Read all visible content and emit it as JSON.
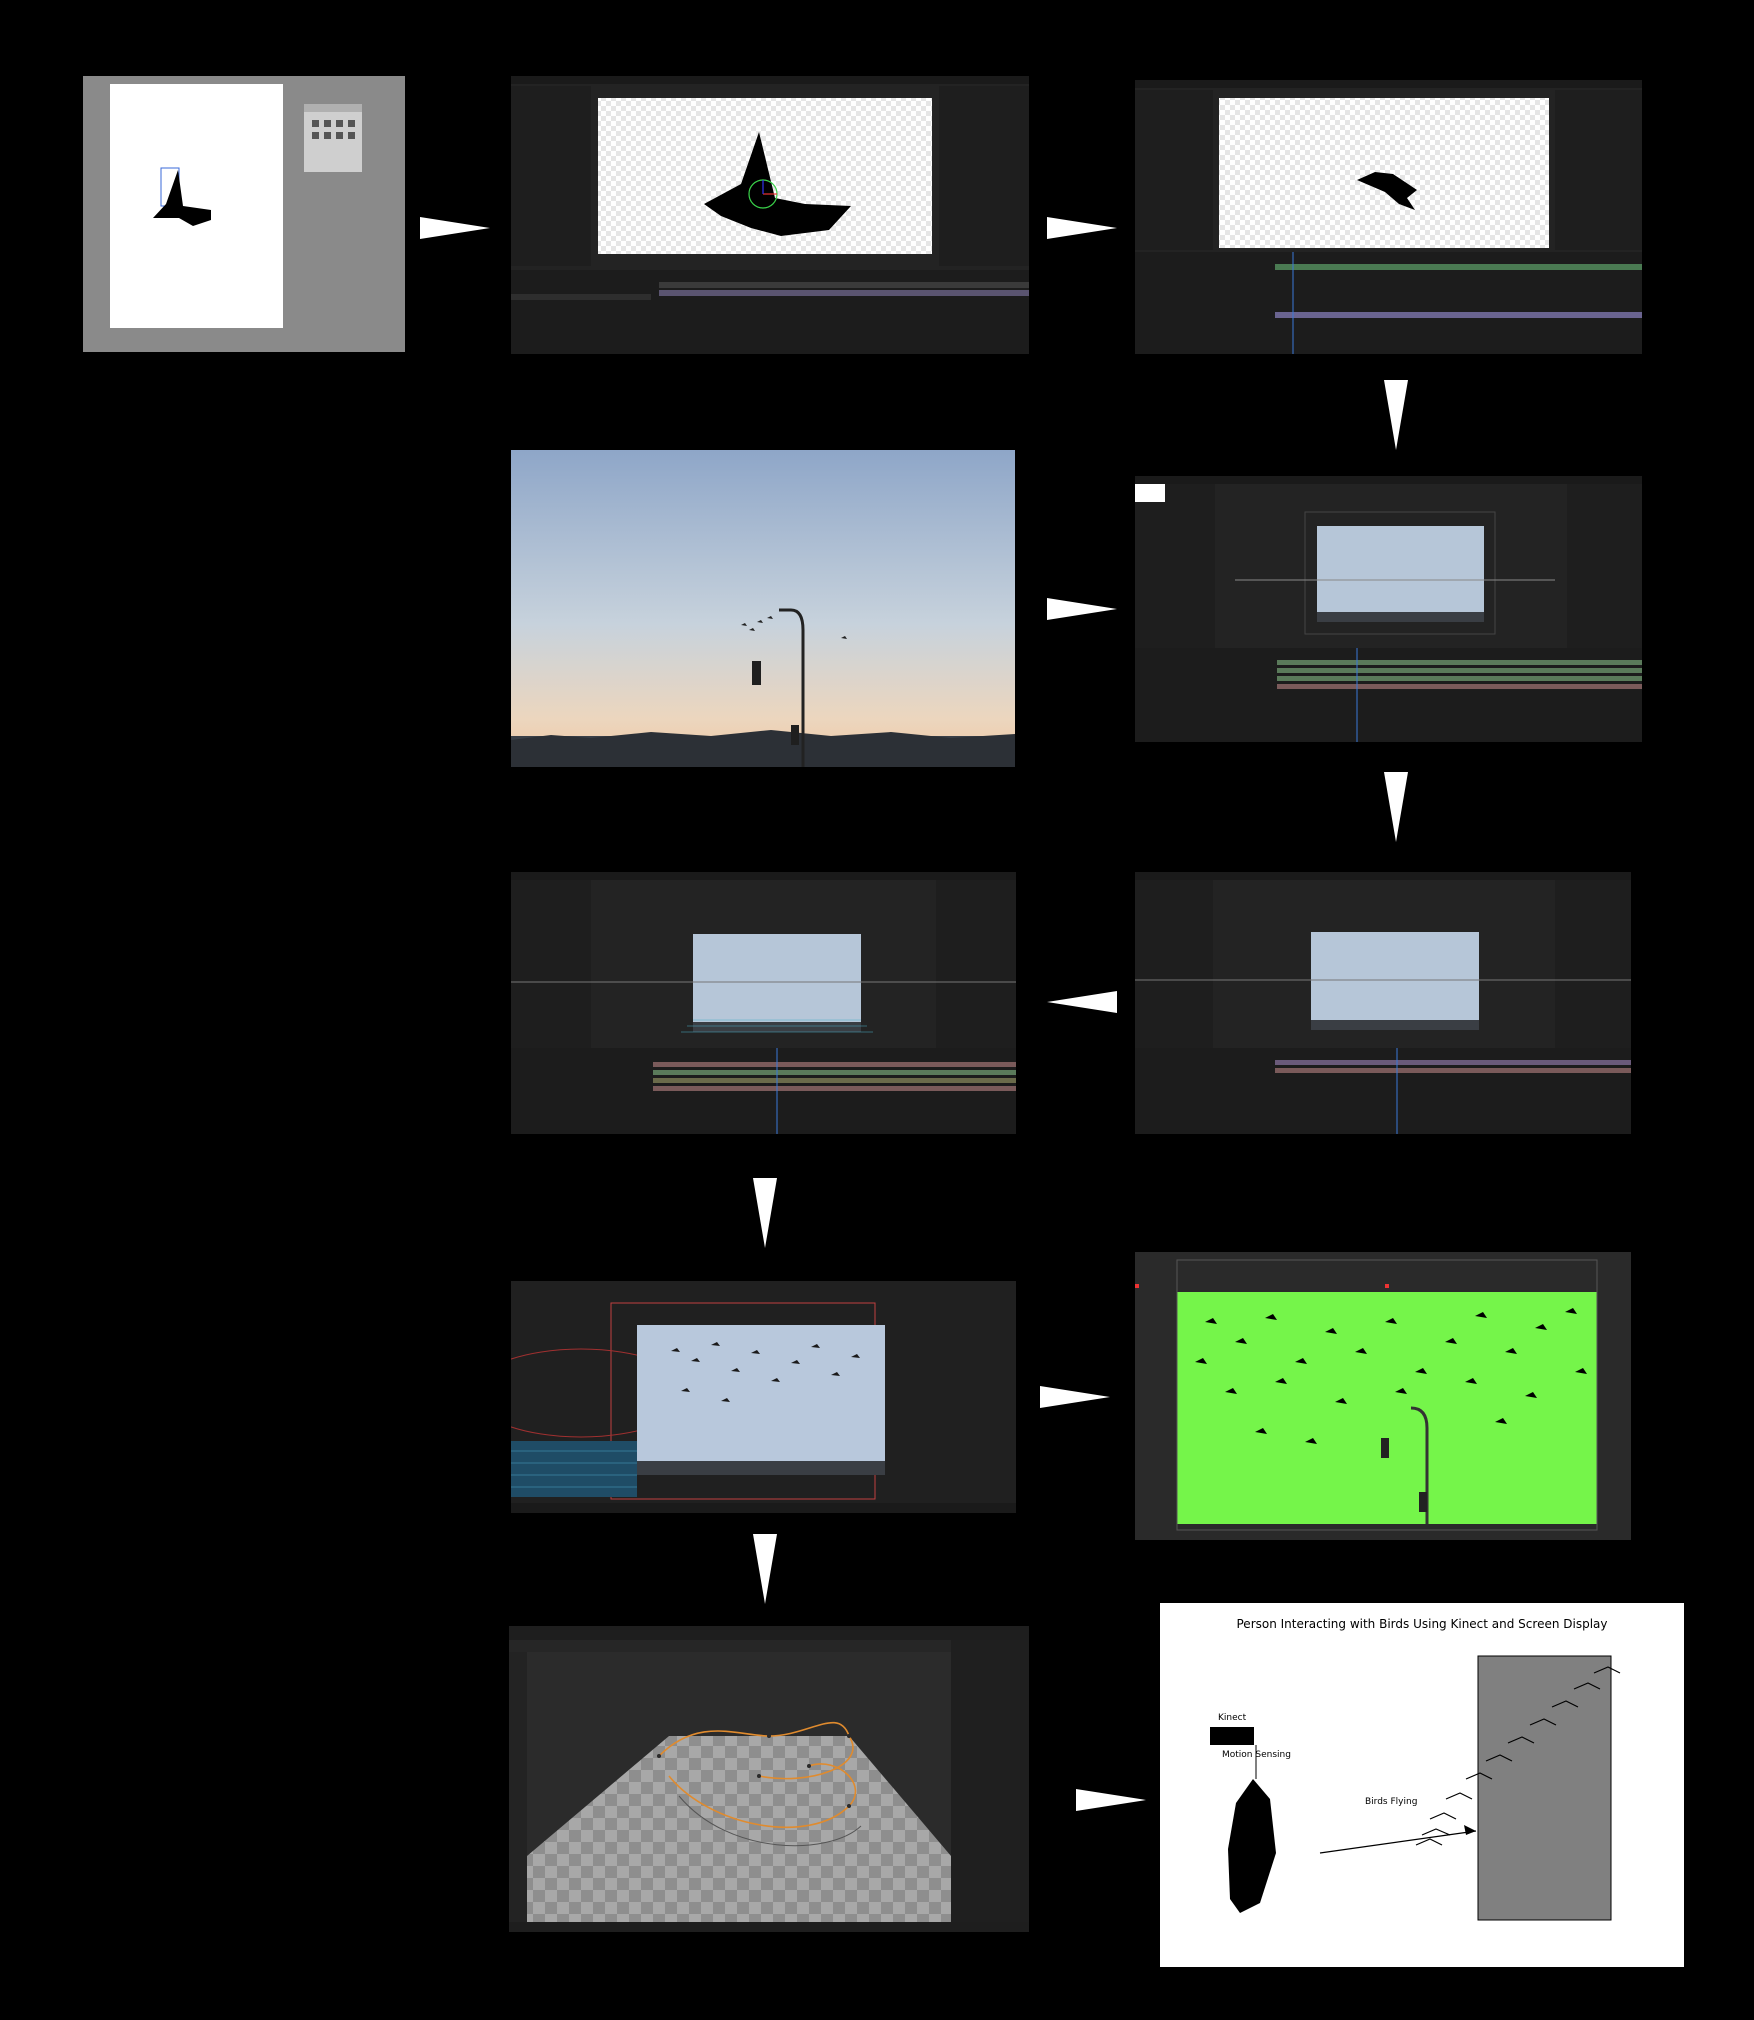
{
  "final_diagram": {
    "title": "Person Interacting with Birds Using Kinect and Screen Display",
    "kinect_label": "Kinect",
    "motion_label": "Motion Sensing",
    "birds_label": "Birds Flying"
  },
  "colors": {
    "background": "#000000",
    "ui_dark": "#232323",
    "green_screen": "#75f54a",
    "white": "#ffffff",
    "screen_gray": "#808080"
  },
  "icons": [
    "arrow-right-icon",
    "arrow-down-icon",
    "arrow-left-icon"
  ]
}
